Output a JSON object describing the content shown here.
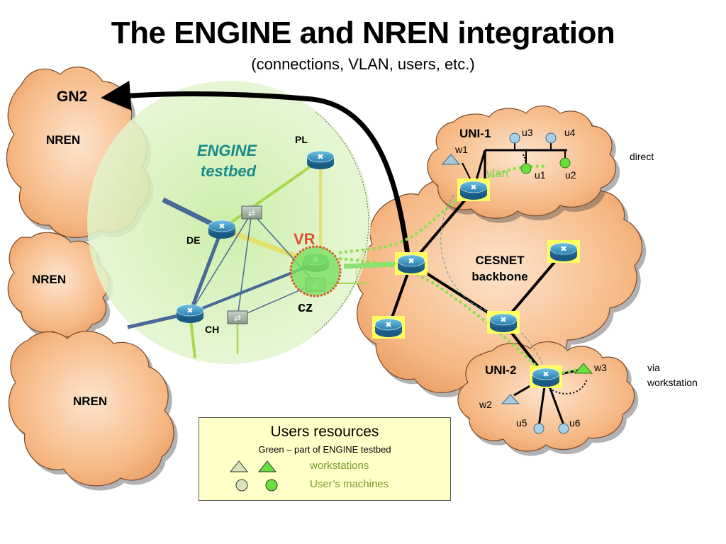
{
  "title": "The ENGINE and NREN integration",
  "subtitle": "(connections, VLAN, users, etc.)",
  "clouds": {
    "nren1": "NREN",
    "nren2": "NREN",
    "nren3": "NREN",
    "gn2": "GN2",
    "uni1": "UNI-1",
    "uni2": "UNI-2",
    "cesnet_line1": "CESNET",
    "cesnet_line2": "backbone"
  },
  "testbed": {
    "title_line1": "ENGINE",
    "title_line2": "testbed",
    "pl": "PL",
    "de": "DE",
    "ch": "CH",
    "cz": "cz",
    "vr": "VR"
  },
  "uni1": {
    "w1": "w1",
    "u1": "u1",
    "u2": "u2",
    "u3": "u3",
    "u4": "u4",
    "vlan": "vlan",
    "direct": "direct"
  },
  "uni2": {
    "w2": "w2",
    "w3": "w3",
    "u5": "u5",
    "u6": "u6",
    "via_line1": "via",
    "via_line2": "workstation"
  },
  "legend": {
    "title": "Users resources",
    "subtitle": "Green – part of ENGINE testbed",
    "workstations": "workstations",
    "machines": "User’s machines"
  },
  "colors": {
    "cloud_fill": "#f6b884",
    "testbed_fill": "#d2f0b4",
    "link_green": "#a8d84c",
    "link_yellow": "#e4e070",
    "link_blue": "#4a6898",
    "router_teal": "#3b8dbb",
    "vr_red": "#e05030",
    "testbed_text": "#1a8a8a"
  }
}
